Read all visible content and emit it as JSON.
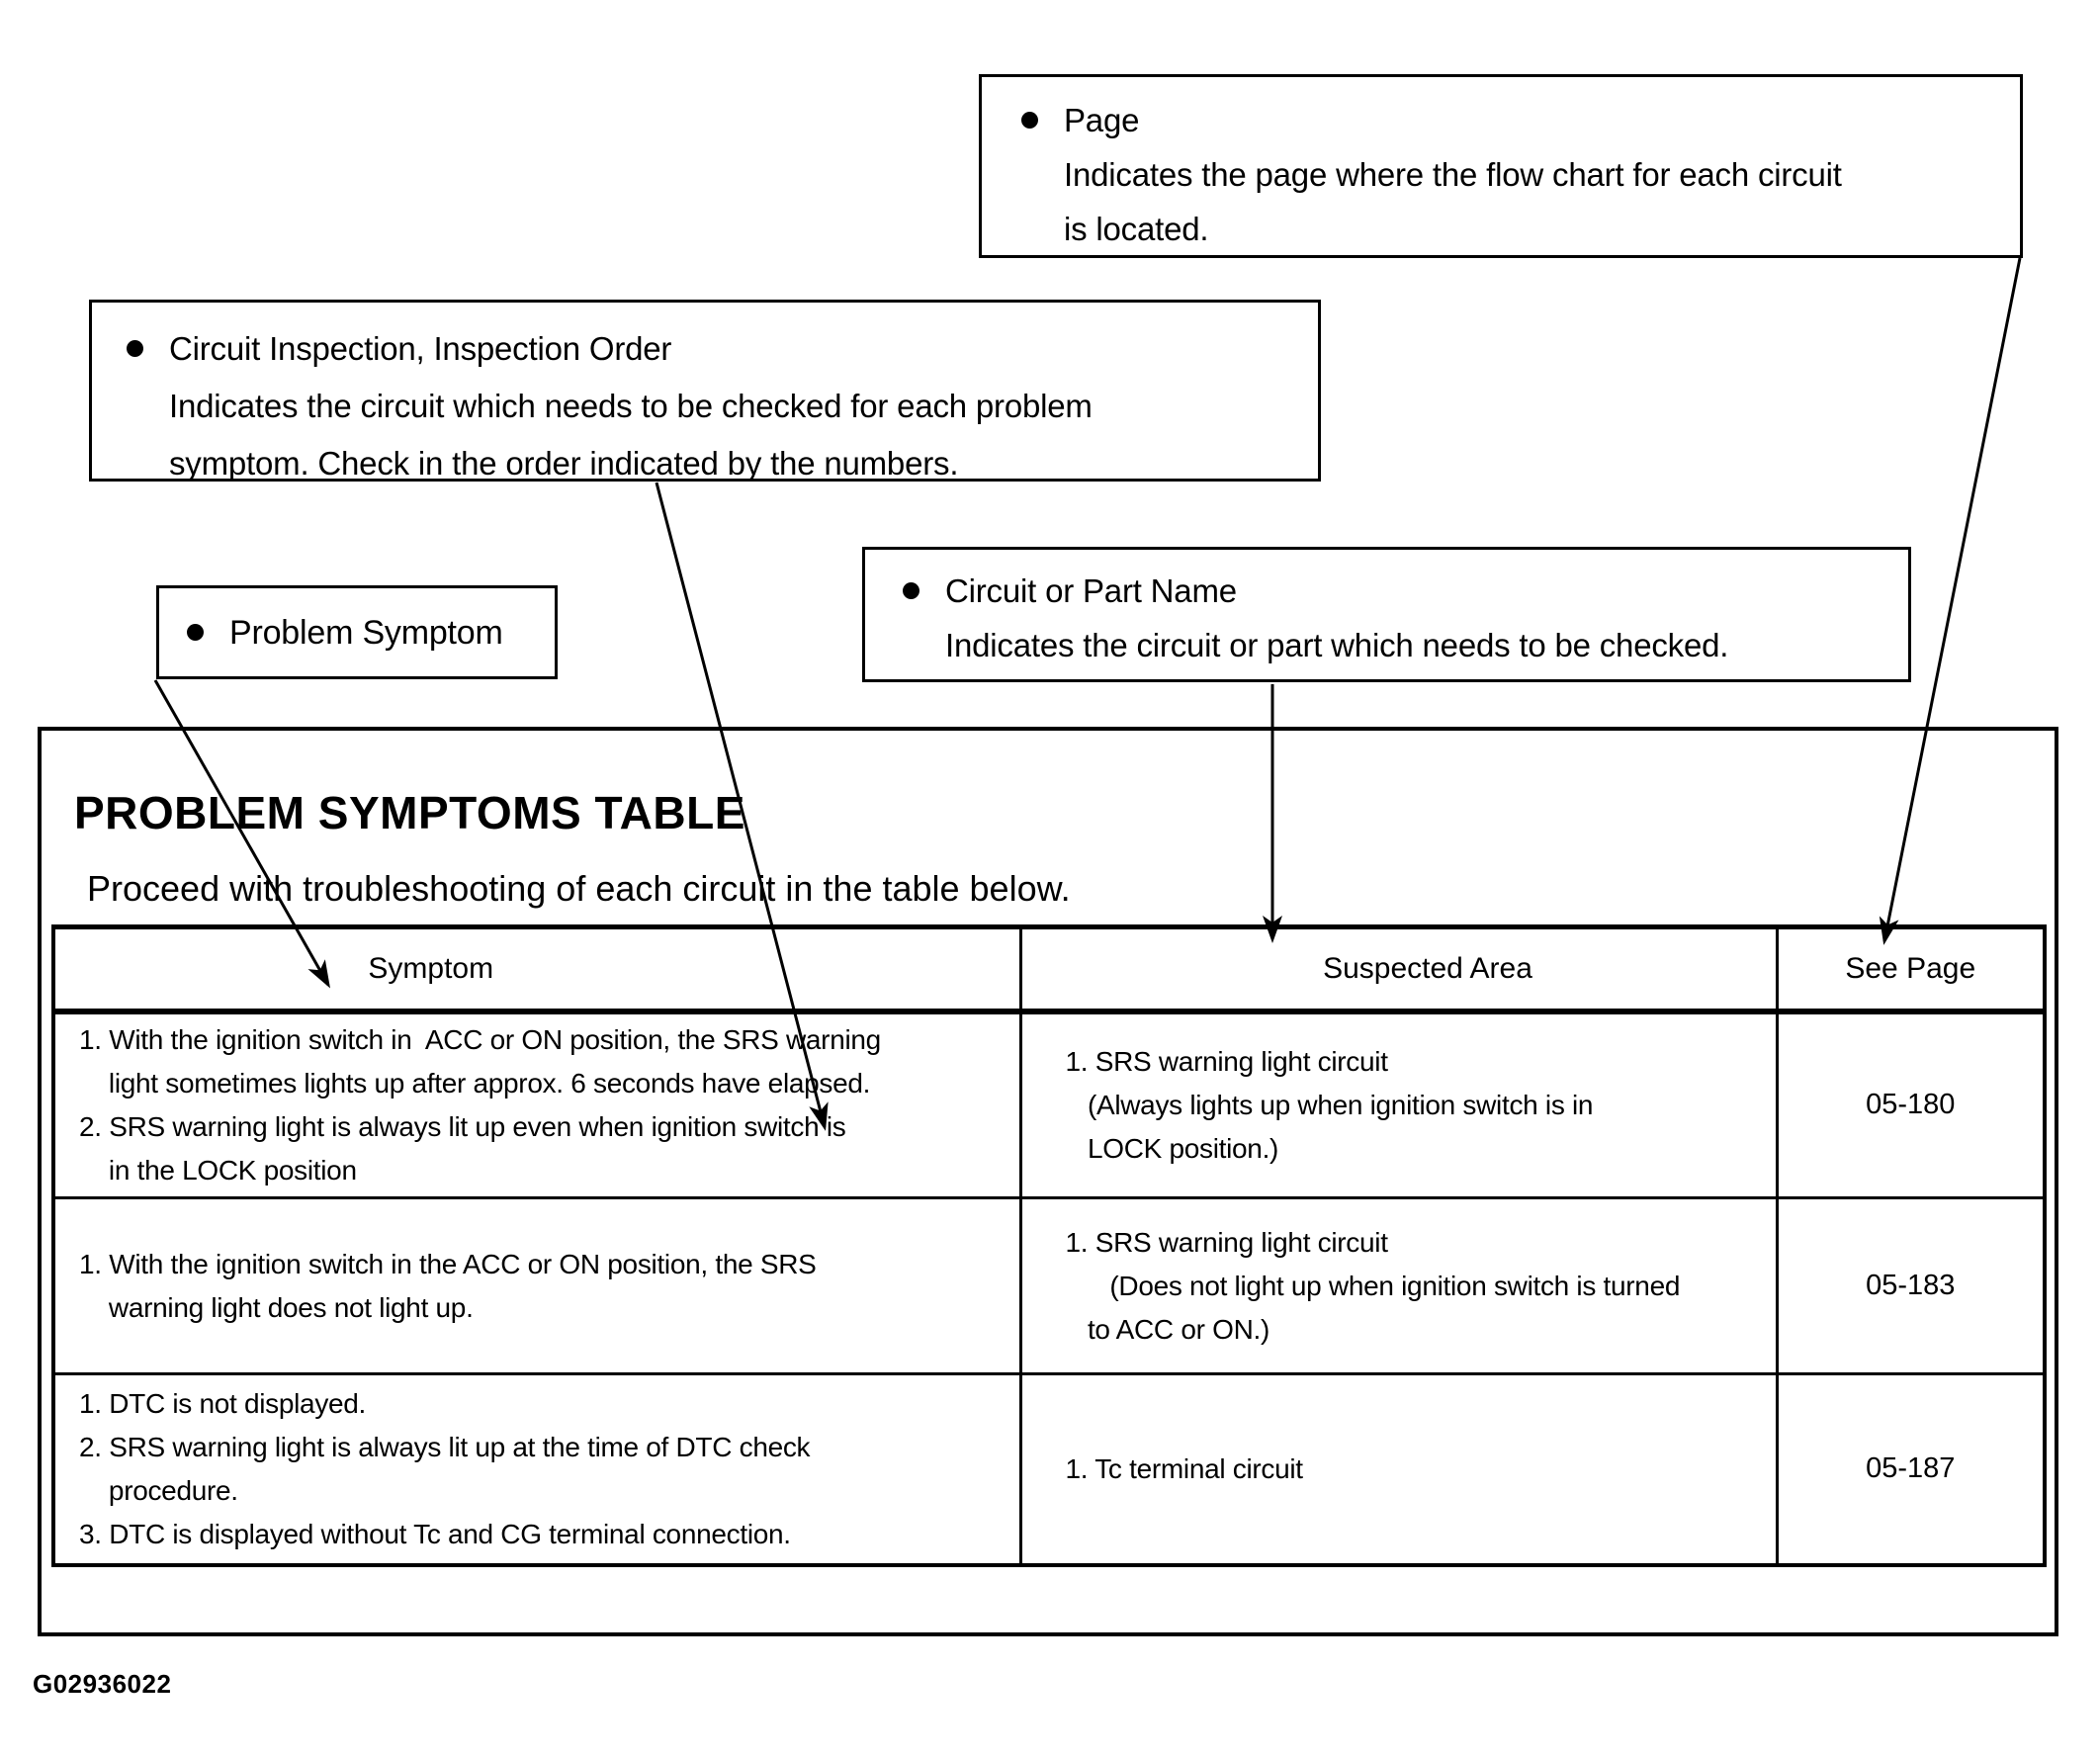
{
  "callouts": {
    "page": {
      "title": "Page",
      "lines": [
        "Indicates the page where the flow chart for each circuit",
        "is located."
      ]
    },
    "circuit_inspection": {
      "title": "Circuit Inspection, Inspection Order",
      "lines": [
        "Indicates the circuit which needs to be checked for each problem",
        "symptom. Check in the order indicated by the numbers."
      ]
    },
    "problem_symptom": {
      "title": "Problem Symptom"
    },
    "circuit_part": {
      "title": "Circuit or Part Name",
      "lines": [
        "Indicates the circuit or part which needs to be checked."
      ]
    }
  },
  "document": {
    "title": "PROBLEM SYMPTOMS TABLE",
    "intro": "Proceed with troubleshooting of each circuit in the table below.",
    "figure_code": "G02936022"
  },
  "table": {
    "headers": [
      "Symptom",
      "Suspected Area",
      "See Page"
    ],
    "rows": [
      {
        "symptom_lines": [
          "1. With the ignition switch in  ACC or ON position, the SRS warning",
          "    light sometimes lights up after approx. 6 seconds have elapsed.",
          "2. SRS warning light is always lit up even when ignition switch is",
          "    in the LOCK position"
        ],
        "suspected_lines": [
          "1. SRS warning light circuit",
          "   (Always lights up when ignition switch is in",
          "   LOCK position.)"
        ],
        "see_page": "05-180"
      },
      {
        "symptom_lines": [
          "1. With the ignition switch in the ACC or ON position, the SRS",
          "    warning light does not light up."
        ],
        "suspected_lines": [
          "1. SRS warning light circuit",
          "      (Does not light up when ignition switch is turned",
          "   to ACC or ON.)"
        ],
        "see_page": "05-183"
      },
      {
        "symptom_lines": [
          "1. DTC is not displayed.",
          "2. SRS warning light is always lit up at the time of DTC check",
          "    procedure.",
          "3. DTC is displayed without Tc and CG terminal connection."
        ],
        "suspected_lines": [
          "1. Tc terminal circuit"
        ],
        "see_page": "05-187"
      }
    ]
  }
}
